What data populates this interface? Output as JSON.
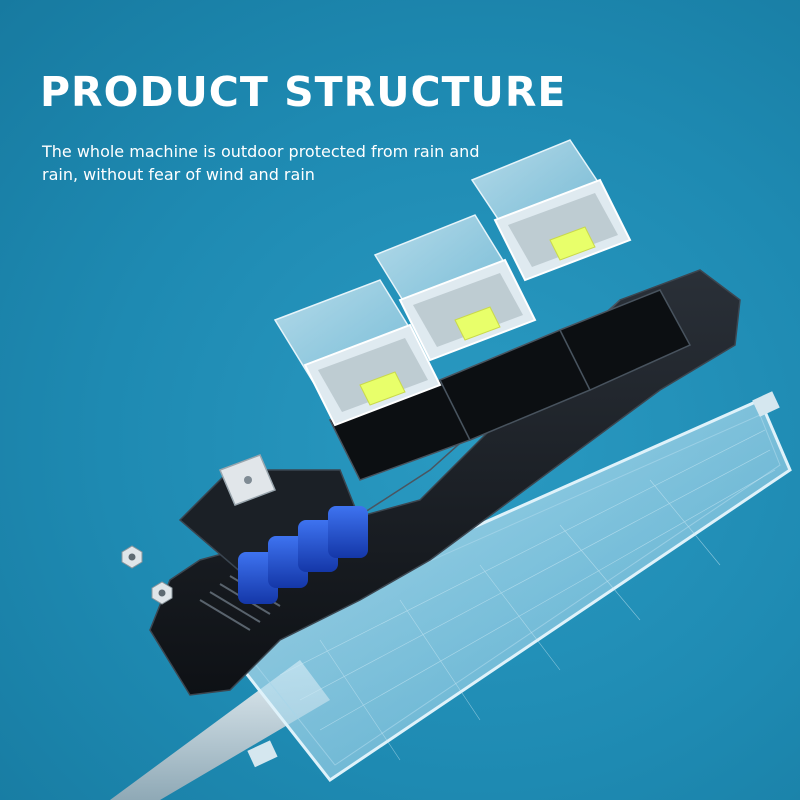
{
  "header": {
    "title": "PRODUCT STRUCTURE",
    "subtitle": "The whole machine is outdoor protected from rain and rain, without fear of wind and rain"
  },
  "colors": {
    "background": "#1f8cb4",
    "housing": "#15191e",
    "battery": "#1e4fd6",
    "led": "#e8ff6a",
    "solar_panel": "#9fd3ea"
  },
  "illustration": {
    "components": [
      "protective-cover",
      "led-reflector",
      "led-chip",
      "battery-cell",
      "housing",
      "solar-panel",
      "pole",
      "nut"
    ]
  }
}
